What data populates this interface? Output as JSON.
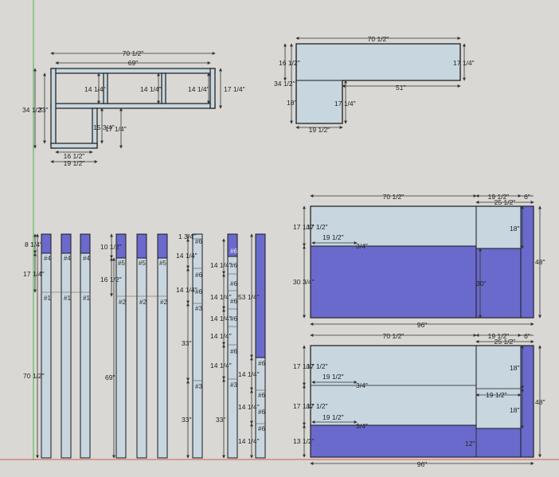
{
  "colors": {
    "background": "#d9d8d4",
    "sheet_light": "#c7d6df",
    "sheet_purple": "#6a6acc",
    "outline": "#1a1a1a",
    "dim_line": "#555555",
    "axis_green": "#49b449",
    "axis_red": "#d45a5a"
  },
  "frame_plan": {
    "overall_width": "70 1/2\"",
    "inner_width": "69\"",
    "overall_height": "34 1/2\"",
    "inner_height": "33\"",
    "shelf_1": "14 1/4\"",
    "shelf_2": "14 1/4\"",
    "shelf_3": "14 1/4\"",
    "right_height": "17 1/4\"",
    "leg_inner": "15 3/4\"",
    "leg_outer": "17 1/4\"",
    "leg_width_inner": "16 1/2\"",
    "leg_width_outer": "19 1/2\""
  },
  "top_outline": {
    "width": "70 1/2\"",
    "left_top": "16 1/2\"",
    "left_total": "34 1/2\"",
    "left_bottom": "18\"",
    "right_height": "17 1/4\"",
    "inner_height": "17 1/4\"",
    "inner_width": "51\"",
    "leg_width": "19 1/2\""
  },
  "boards": {
    "group_a": {
      "top_segment": "8 1/4\"",
      "middle_segment": "17 1/4\"",
      "total": "70 1/2\"",
      "labels": [
        "#4",
        "#4",
        "#4"
      ],
      "part_labels": [
        "#1",
        "#1",
        "#1"
      ]
    },
    "group_b": {
      "top_segment": "10 1/2\"",
      "middle_segment": "16 1/2\"",
      "total": "69\"",
      "labels": [
        "#5",
        "#5",
        "#5"
      ],
      "part_labels": [
        "#2",
        "#2",
        "#2"
      ]
    },
    "group_c": {
      "d1": "1 3/4\"",
      "d2": "14 1/4\"",
      "d3": "14 1/4\"",
      "d4": "33\"",
      "d5": "33\"",
      "labels": [
        "#6",
        "#6",
        "#6",
        "#3",
        "#3"
      ]
    },
    "group_d": {
      "d1": "14 1/4\"",
      "d2": "14 1/4\"",
      "d3": "14 1/4\"",
      "d4": "14 1/4\"",
      "d5": "14 1/4\"",
      "d6": "33\"",
      "labels": [
        "#6",
        "#6",
        "#6",
        "#6",
        "#6",
        "#6",
        "#3"
      ]
    },
    "group_e": {
      "top": "53 1/4\"",
      "d1": "14 1/4\"",
      "d2": "14 1/4\"",
      "d3": "14 1/4\"",
      "labels": [
        "#6",
        "#6",
        "#6",
        "#6"
      ]
    }
  },
  "sheet_1": {
    "w1": "70 1/2\"",
    "w2": "19 1/2\"",
    "w3": "6\"",
    "w4": "25 1/2\"",
    "left1": "17 1/4\"",
    "sub1": "17 1/2\"",
    "sub2": "19 1/2\"",
    "tiny": "3/4\"",
    "left2": "30 3/4\"",
    "r1": "18\"",
    "r2": "30\"",
    "height": "48\"",
    "width": "96\""
  },
  "sheet_2": {
    "w1": "70 1/2\"",
    "w2": "19 1/2\"",
    "w3": "6\"",
    "w4": "25 1/2\"",
    "left1": "17 1/4\"",
    "sub1": "17 1/2\"",
    "sub2": "19 1/2\"",
    "tiny1": "3/4\"",
    "left2": "17 1/4\"",
    "sub3": "17 1/2\"",
    "sub4": "19 1/2\"",
    "tiny2": "3/4\"",
    "left3": "13 1/2\"",
    "mid": "19 1/2\"",
    "r1": "18\"",
    "r2": "18\"",
    "r3": "12\"",
    "height": "48\"",
    "width": "96\""
  }
}
